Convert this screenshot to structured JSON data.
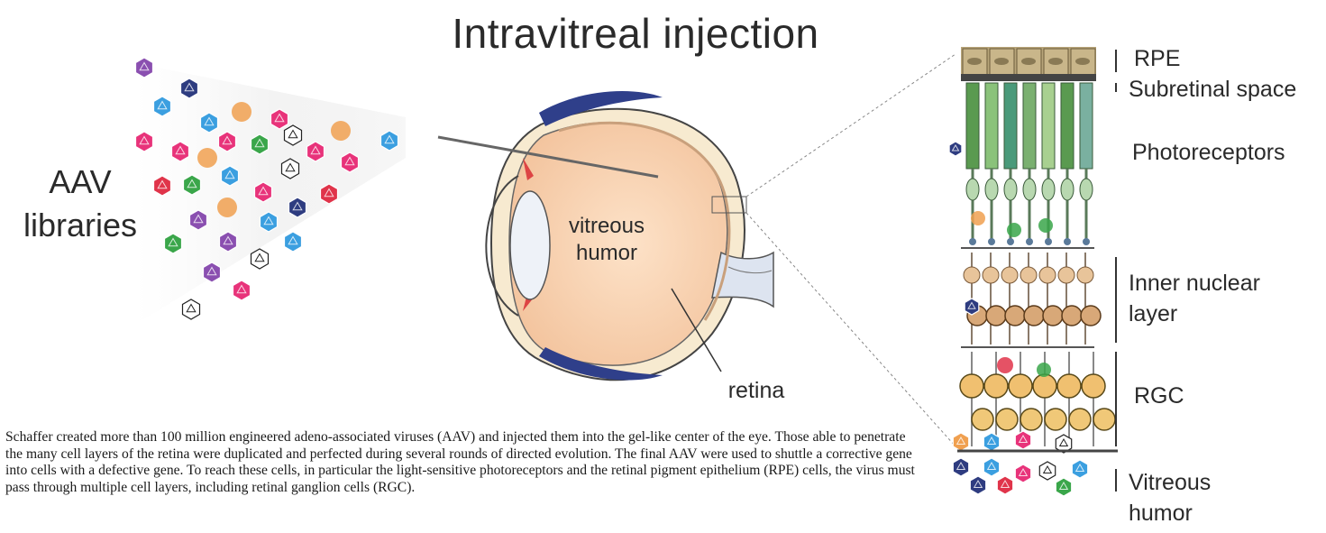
{
  "title": "Intravitreal injection",
  "aav_label": {
    "line1": "AAV",
    "line2": "libraries"
  },
  "eye": {
    "vitreous_line1": "vitreous",
    "vitreous_line2": "humor",
    "retina": "retina"
  },
  "layers": {
    "rpe": "RPE",
    "subretinal": "Subretinal space",
    "photoreceptors": "Photoreceptors",
    "inner_nuclear_1": "Inner nuclear",
    "inner_nuclear_2": "layer",
    "rgc": "RGC",
    "vitreous_1": "Vitreous",
    "vitreous_2": "humor"
  },
  "caption": "Schaffer created more than 100 million engineered adeno-associated viruses (AAV) and injected them into the gel-like center of the eye. Those able to penetrate the many cell layers of the retina were duplicated and perfected during several rounds of directed evolution. The final AAV were used to shuttle a corrective gene into cells with a defective gene. To reach these cells, in particular the light-sensitive photoreceptors and the retinal pigment epithelium (RPE) cells, the virus must pass through multiple cell layers, including retinal ganglion cells (RGC).",
  "colors": {
    "pink": "#e8337a",
    "purple": "#8a4fb0",
    "blue": "#3b9fe0",
    "green": "#3aa64a",
    "red": "#e0344a",
    "orange": "#f0a050",
    "black": "#222222",
    "navy": "#2e3c80"
  }
}
